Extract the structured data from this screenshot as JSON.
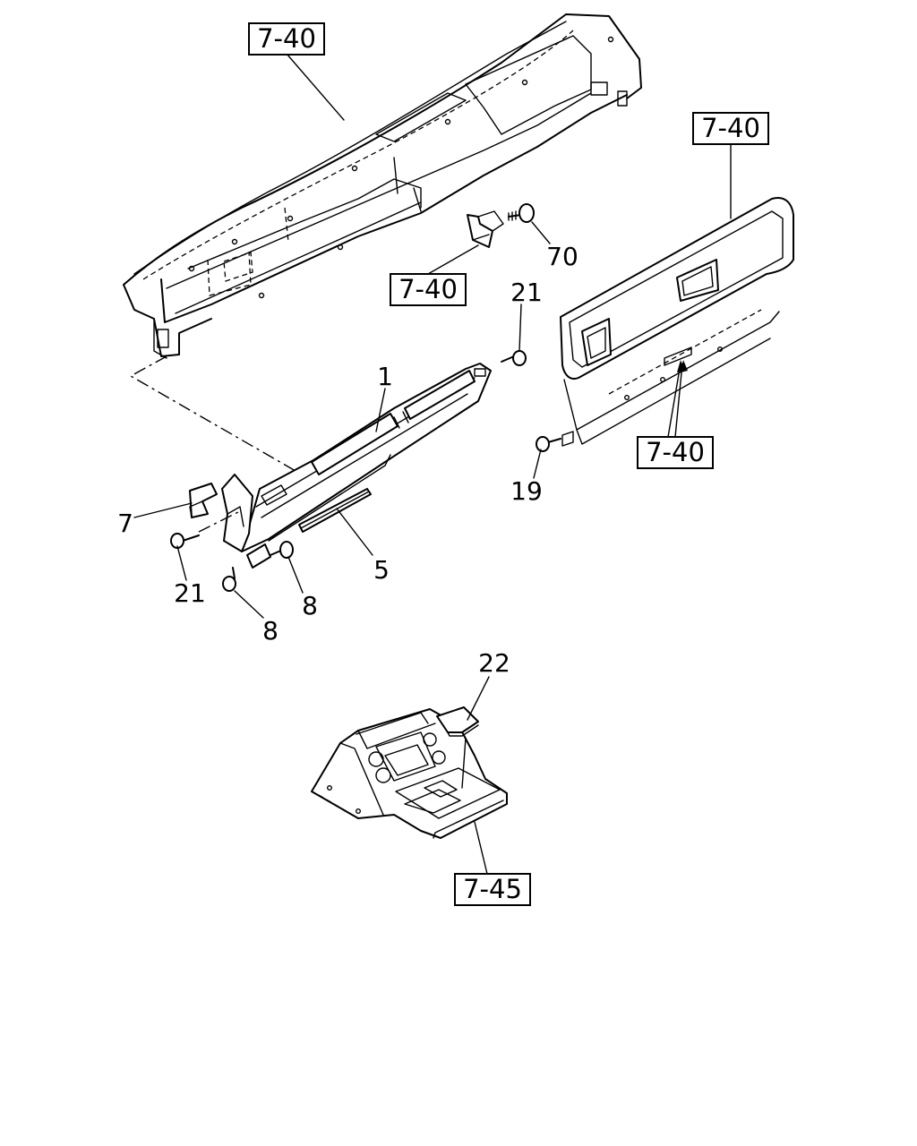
{
  "refs": {
    "ref_dash_top": "7-40",
    "ref_bracket": "7-40",
    "ref_glovebox": "7-40",
    "ref_glovebox_lower": "7-40",
    "ref_console": "7-45"
  },
  "parts": {
    "p1": "1",
    "p5": "5",
    "p7": "7",
    "p8a": "8",
    "p8b": "8",
    "p19": "19",
    "p21a": "21",
    "p21b": "21",
    "p22": "22",
    "p70": "70"
  }
}
